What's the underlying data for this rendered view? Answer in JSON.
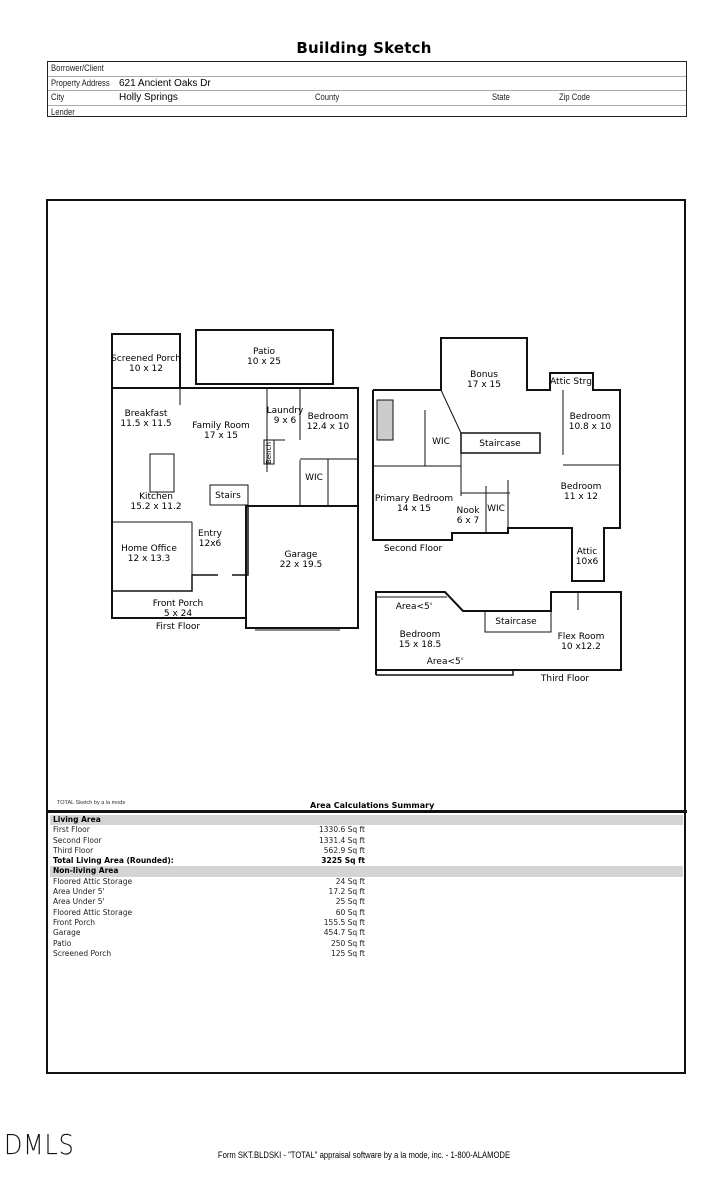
{
  "title": "Building Sketch",
  "header": {
    "borrower_label": "Borrower/Client",
    "borrower_value": "",
    "address_label": "Property Address",
    "address_value": "621 Ancient Oaks Dr",
    "city_label": "City",
    "city_value": "Holly Springs",
    "county_label": "County",
    "state_label": "State",
    "zip_label": "Zip Code",
    "lender_label": "Lender"
  },
  "sketch": {
    "first_floor": {
      "label": "First Floor",
      "rooms": [
        {
          "name": "Screened Porch",
          "dims": "10 x 12"
        },
        {
          "name": "Patio",
          "dims": "10 x 25"
        },
        {
          "name": "Breakfast",
          "dims": "11.5 x 11.5"
        },
        {
          "name": "Family Room",
          "dims": "17 x 15"
        },
        {
          "name": "Laundry",
          "dims": "9 x 6"
        },
        {
          "name": "Bedroom",
          "dims": "12.4 x 10"
        },
        {
          "name": "Kitchen",
          "dims": "15.2 x 11.2"
        },
        {
          "name": "Entry",
          "dims": "12x6"
        },
        {
          "name": "Home Office",
          "dims": "12 x 13.3"
        },
        {
          "name": "Garage",
          "dims": "22 x 19.5"
        },
        {
          "name": "Front Porch",
          "dims": "5 x 24"
        }
      ],
      "stairs": "Stairs",
      "wic": "WIC",
      "bench": "Bench"
    },
    "second_floor": {
      "label": "Second Floor",
      "rooms": [
        {
          "name": "Bonus",
          "dims": "17 x 15"
        },
        {
          "name": "Bedroom",
          "dims": "10.8 x 10"
        },
        {
          "name": "Primary Bedroom",
          "dims": "14 x 15"
        },
        {
          "name": "Nook",
          "dims": "6 x 7"
        },
        {
          "name": "Bedroom",
          "dims": "11 x 12"
        },
        {
          "name": "Attic",
          "dims": "10x6"
        }
      ],
      "attic_strg": "Attic Strg",
      "wic1": "WIC",
      "wic2": "WIC",
      "staircase": "Staircase"
    },
    "third_floor": {
      "label": "Third Floor",
      "rooms": [
        {
          "name": "Bedroom",
          "dims": "15 x 18.5"
        },
        {
          "name": "Flex Room",
          "dims": "10 x12.2"
        }
      ],
      "area1": "Area<5'",
      "area2": "Area<5'",
      "staircase": "Staircase"
    }
  },
  "sketch_credit": "TOTAL Sketch by a la mode",
  "area_summary": {
    "title": "Area Calculations Summary",
    "living_header": "Living Area",
    "living": [
      {
        "name": "First Floor",
        "value": "1330.6 Sq ft"
      },
      {
        "name": "Second Floor",
        "value": "1331.4 Sq ft"
      },
      {
        "name": "Third Floor",
        "value": "562.9 Sq ft"
      }
    ],
    "total_label": "Total Living Area (Rounded):",
    "total_value": "3225 Sq ft",
    "nonliving_header": "Non-living Area",
    "nonliving": [
      {
        "name": "Floored Attic Storage",
        "value": "24 Sq ft"
      },
      {
        "name": "Area Under 5'",
        "value": "17.2 Sq ft"
      },
      {
        "name": "Area Under 5'",
        "value": "25 Sq ft"
      },
      {
        "name": "Floored Attic Storage",
        "value": "60 Sq ft"
      },
      {
        "name": "Front Porch",
        "value": "155.5 Sq ft"
      },
      {
        "name": "Garage",
        "value": "454.7 Sq ft"
      },
      {
        "name": "Patio",
        "value": "250 Sq ft"
      },
      {
        "name": "Screened Porch",
        "value": "125 Sq ft"
      }
    ]
  },
  "logo": "DMLS",
  "footer": "Form SKT.BLDSKI - \"TOTAL\" appraisal software by a la mode, inc. - 1-800-ALAMODE"
}
